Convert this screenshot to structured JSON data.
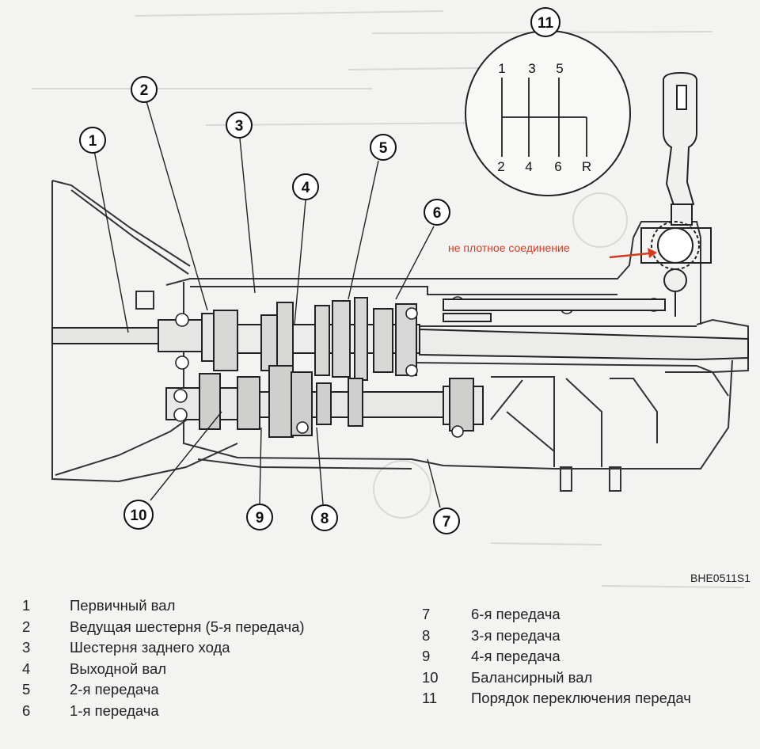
{
  "shift_pattern": {
    "top": [
      "1",
      "3",
      "5"
    ],
    "bottom": [
      "2",
      "4",
      "6",
      "R"
    ]
  },
  "callouts": [
    "1",
    "2",
    "3",
    "4",
    "5",
    "6",
    "7",
    "8",
    "9",
    "10",
    "11"
  ],
  "annotation": {
    "text": "не плотное соединение",
    "color": "#d63b1f"
  },
  "figure_code": "BHE0511S1",
  "legend": {
    "left": [
      {
        "num": "1",
        "text": "Первичный вал"
      },
      {
        "num": "2",
        "text": "Ведущая шестерня (5-я передача)"
      },
      {
        "num": "3",
        "text": "Шестерня заднего хода"
      },
      {
        "num": "4",
        "text": "Выходной вал"
      },
      {
        "num": "5",
        "text": "2-я передача"
      },
      {
        "num": "6",
        "text": "1-я передача"
      }
    ],
    "right": [
      {
        "num": "7",
        "text": "6-я передача"
      },
      {
        "num": "8",
        "text": "3-я передача"
      },
      {
        "num": "9",
        "text": "4-я передача"
      },
      {
        "num": "10",
        "text": "Балансирный вал"
      },
      {
        "num": "11",
        "text": "Порядок переключения передач"
      }
    ]
  }
}
